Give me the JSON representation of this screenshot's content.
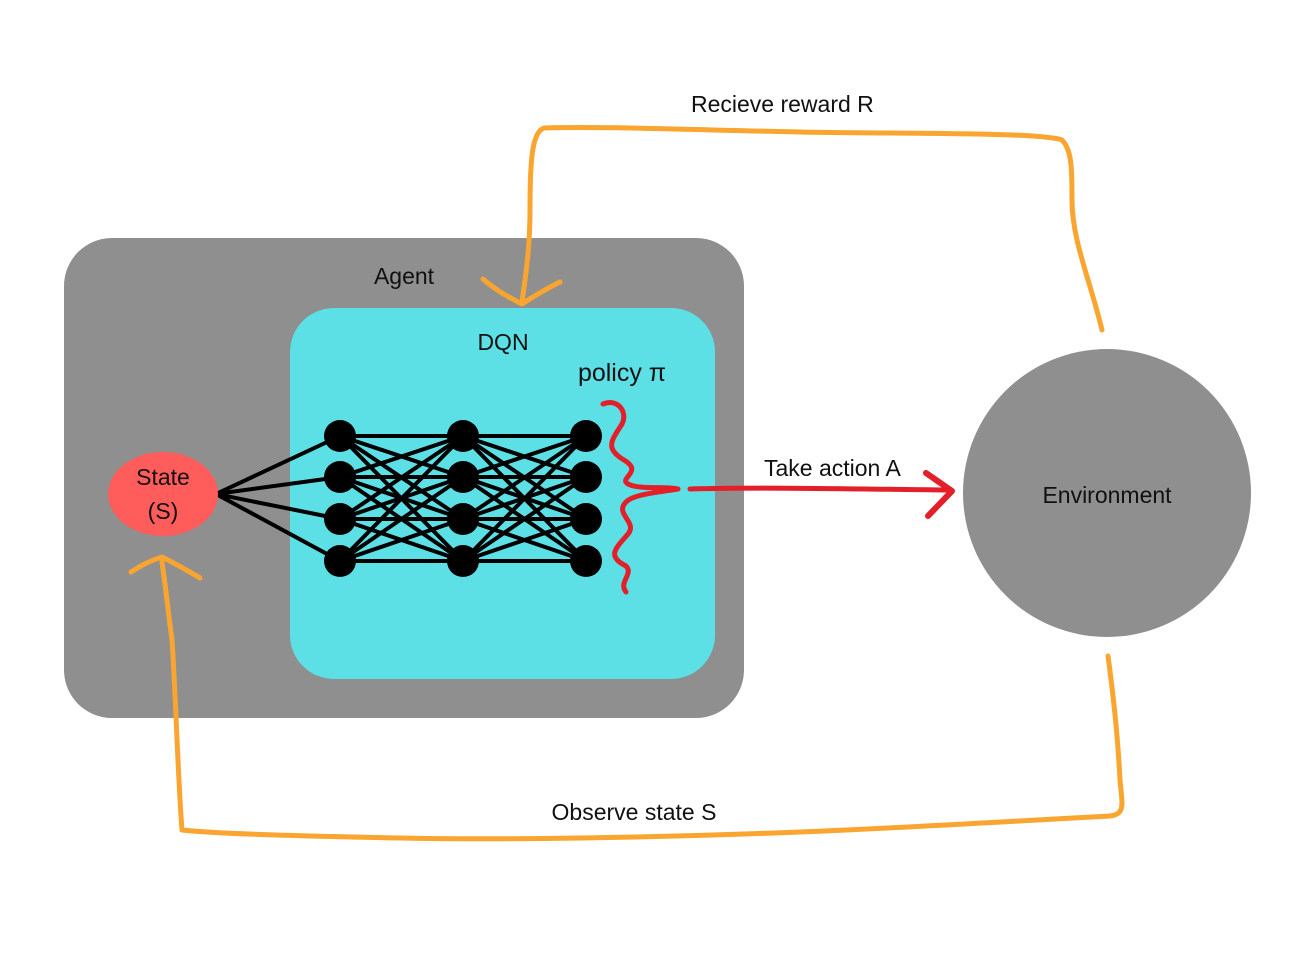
{
  "diagram": {
    "agent_label": "Agent",
    "dqn_label": "DQN",
    "policy_label": "policy π",
    "state_label_line1": "State",
    "state_label_line2": "(S)",
    "environment_label": "Environment",
    "edges": {
      "reward_label": "Recieve reward R",
      "action_label": "Take action A",
      "observe_label": "Observe state S"
    },
    "network": {
      "layers": [
        4,
        4,
        4
      ]
    }
  },
  "colors": {
    "agent_box": "#8f8f8f",
    "dqn_box": "#5ce0e6",
    "state_node": "#ff5c5c",
    "environment": "#8f8f8f",
    "feedback_arrow": "#f9a52f",
    "action_arrow": "#e3202a",
    "neuron": "#000000"
  }
}
